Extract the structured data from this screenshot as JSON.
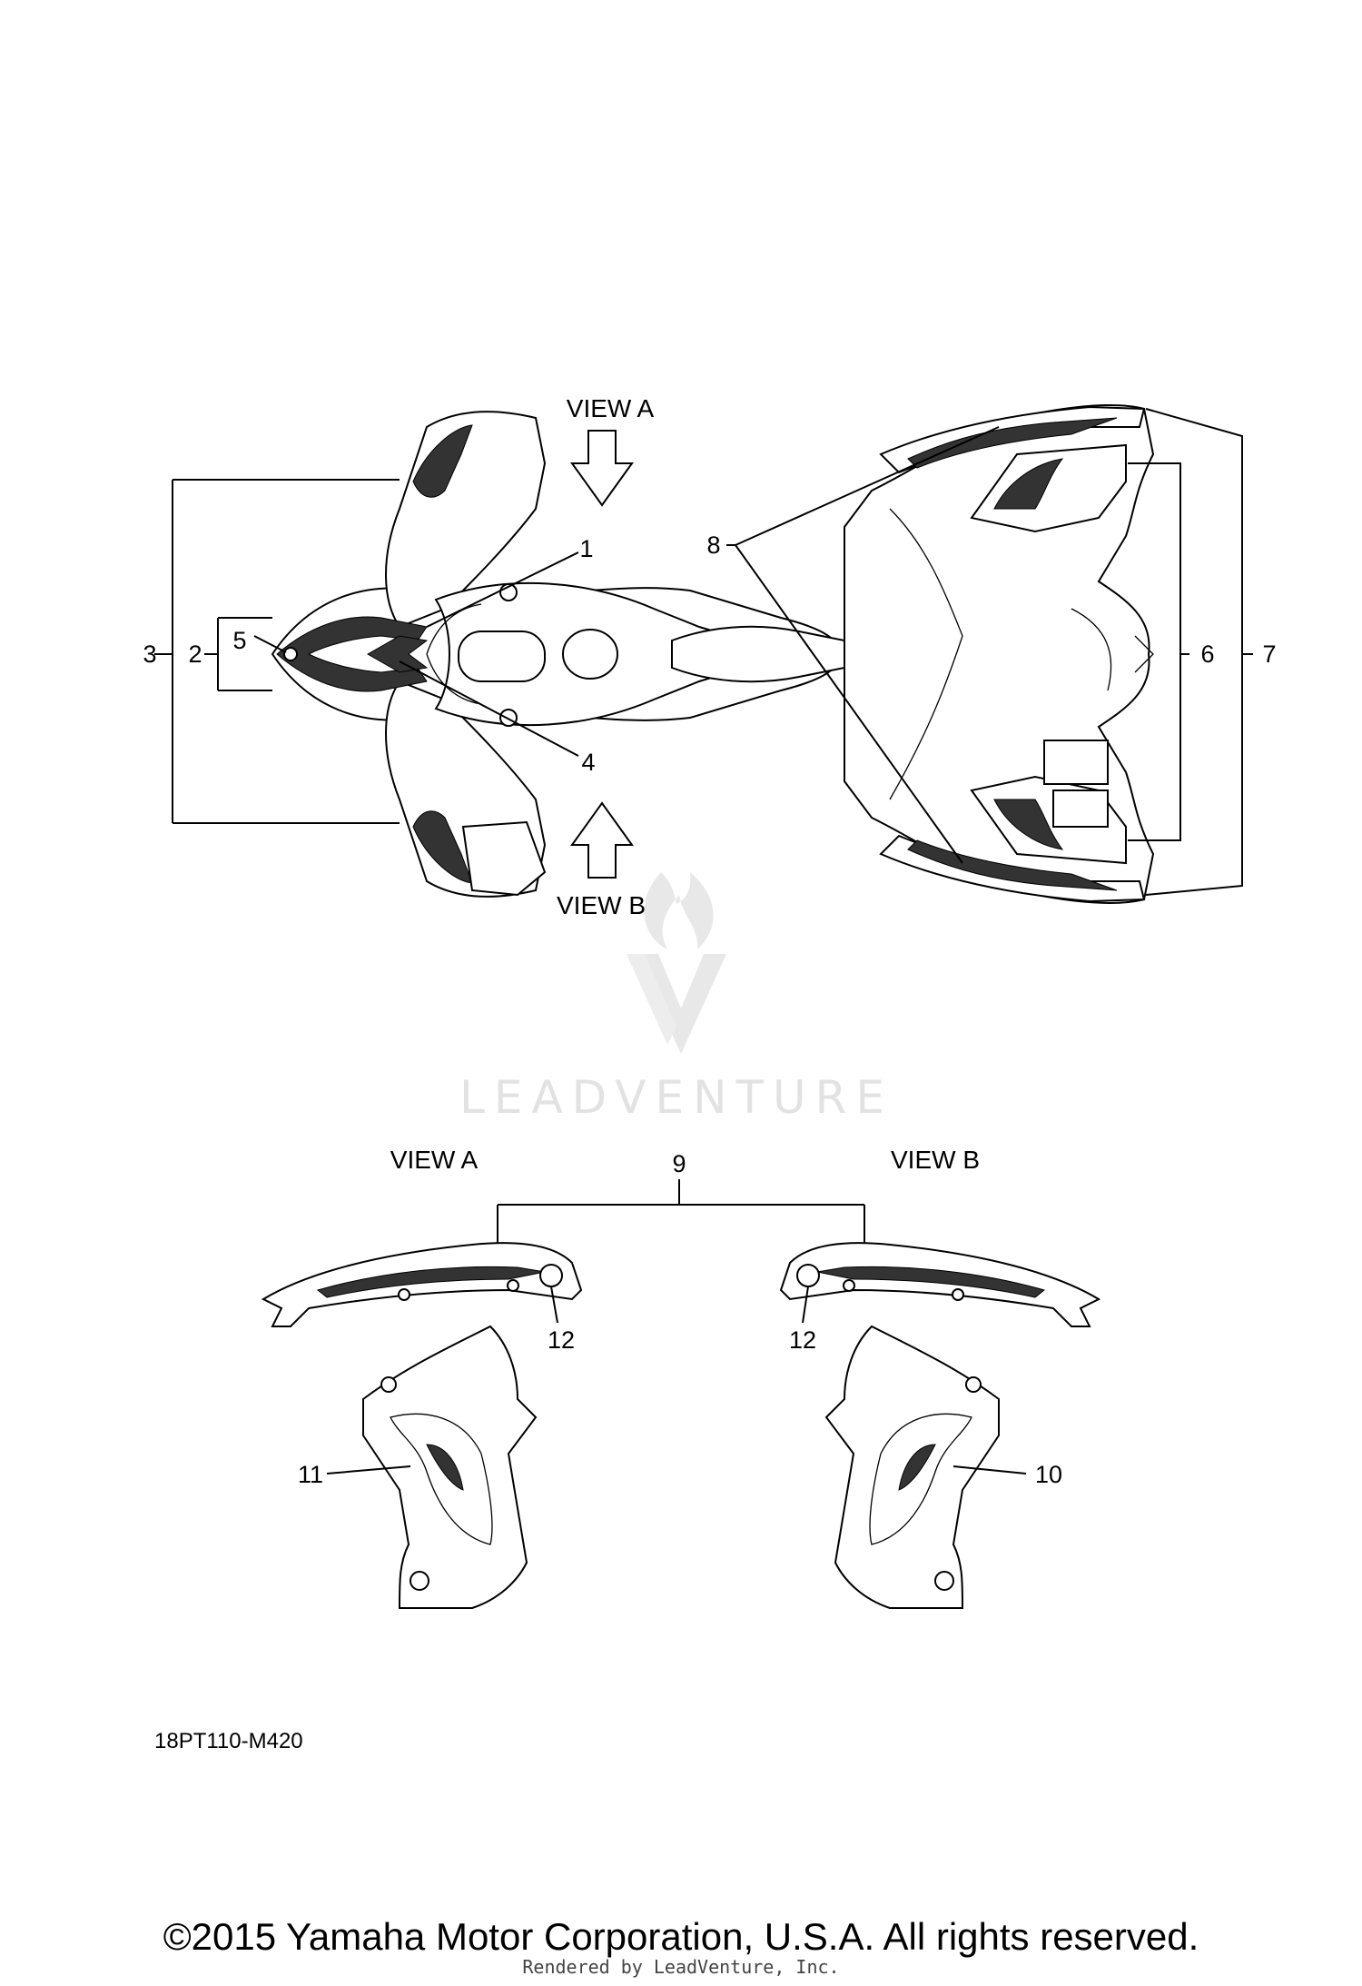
{
  "views": {
    "view_a_top": "VIEW A",
    "view_b_top": "VIEW B",
    "view_a_bottom": "VIEW A",
    "view_b_bottom": "VIEW B"
  },
  "callouts": {
    "c1": "1",
    "c2": "2",
    "c3": "3",
    "c4": "4",
    "c5": "5",
    "c6": "6",
    "c7": "7",
    "c8": "8",
    "c9": "9",
    "c10": "10",
    "c11": "11",
    "c12a": "12",
    "c12b": "12"
  },
  "diagram_code": "18PT110-M420",
  "watermark": "LEADVENTURE",
  "copyright": "©2015 Yamaha Motor Corporation, U.S.A. All rights reserved.",
  "rendered_by": "Rendered by LeadVenture, Inc.",
  "colors": {
    "ink": "#000000",
    "watermark": "#e2e2e2",
    "background": "#ffffff"
  }
}
